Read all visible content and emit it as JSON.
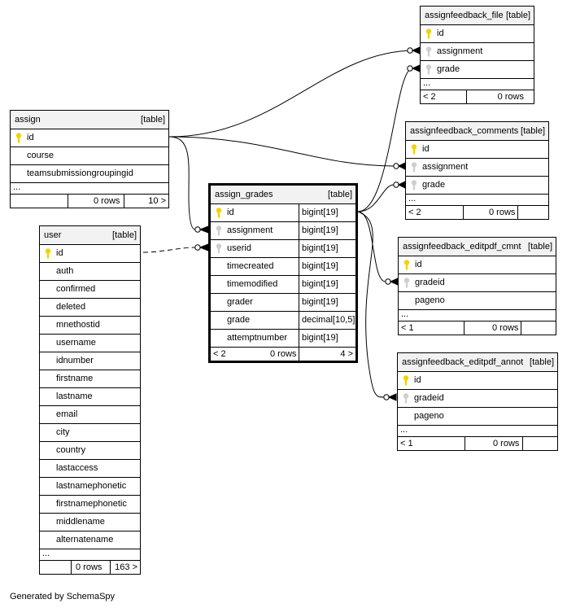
{
  "generated_by": "Generated by SchemaSpy",
  "tables": {
    "assignfeedback_file": {
      "name": "assignfeedback_file",
      "tag": "[table]",
      "columns": [
        "id",
        "assignment",
        "grade"
      ],
      "more": "...",
      "parents": "< 2",
      "rows": "0 rows"
    },
    "assign": {
      "name": "assign",
      "tag": "[table]",
      "columns": [
        "id",
        "course",
        "teamsubmissiongroupingid"
      ],
      "more": "...",
      "rows": "0 rows",
      "children": "10 >"
    },
    "assignfeedback_comments": {
      "name": "assignfeedback_comments",
      "tag": "[table]",
      "columns": [
        "id",
        "assignment",
        "grade"
      ],
      "more": "...",
      "parents": "< 2",
      "rows": "0 rows"
    },
    "assign_grades": {
      "name": "assign_grades",
      "tag": "[table]",
      "columns": [
        {
          "name": "id",
          "type": "bigint[19]"
        },
        {
          "name": "assignment",
          "type": "bigint[19]"
        },
        {
          "name": "userid",
          "type": "bigint[19]"
        },
        {
          "name": "timecreated",
          "type": "bigint[19]"
        },
        {
          "name": "timemodified",
          "type": "bigint[19]"
        },
        {
          "name": "grader",
          "type": "bigint[19]"
        },
        {
          "name": "grade",
          "type": "decimal[10,5]"
        },
        {
          "name": "attemptnumber",
          "type": "bigint[19]"
        }
      ],
      "parents": "< 2",
      "rows": "0 rows",
      "children": "4 >"
    },
    "user": {
      "name": "user",
      "tag": "[table]",
      "columns": [
        "id",
        "auth",
        "confirmed",
        "deleted",
        "mnethostid",
        "username",
        "idnumber",
        "firstname",
        "lastname",
        "email",
        "city",
        "country",
        "lastaccess",
        "lastnamephonetic",
        "firstnamephonetic",
        "middlename",
        "alternatename"
      ],
      "more": "...",
      "rows": "0 rows",
      "children": "163 >"
    },
    "assignfeedback_editpdf_cmnt": {
      "name": "assignfeedback_editpdf_cmnt",
      "tag": "[table]",
      "columns": [
        "id",
        "gradeid",
        "pageno"
      ],
      "more": "...",
      "parents": "< 1",
      "rows": "0 rows"
    },
    "assignfeedback_editpdf_annot": {
      "name": "assignfeedback_editpdf_annot",
      "tag": "[table]",
      "columns": [
        "id",
        "gradeid",
        "pageno"
      ],
      "more": "...",
      "parents": "< 1",
      "rows": "0 rows"
    }
  }
}
